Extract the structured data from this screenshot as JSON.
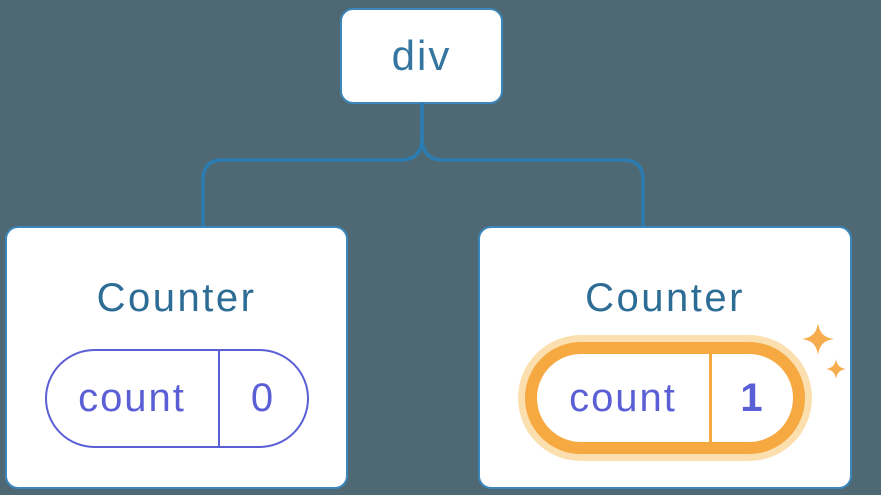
{
  "diagram": {
    "root": {
      "label": "div"
    },
    "children": [
      {
        "title": "Counter",
        "state": {
          "name": "count",
          "value": "0"
        },
        "highlighted": false
      },
      {
        "title": "Counter",
        "state": {
          "name": "count",
          "value": "1"
        },
        "highlighted": true,
        "icon": "sparkles-icon"
      }
    ]
  },
  "colors": {
    "background": "#4e6973",
    "card_background": "#ffffff",
    "connector": "#2d7cb1",
    "node_border": "#3b87bb",
    "root_label_color": "#35759f",
    "title_color": "#2d6c95",
    "state_purple": "#5b5fd6",
    "highlight_orange": "#f6a841",
    "highlight_glow": "#fcdfae",
    "sparkle": "#f6ad4d"
  }
}
